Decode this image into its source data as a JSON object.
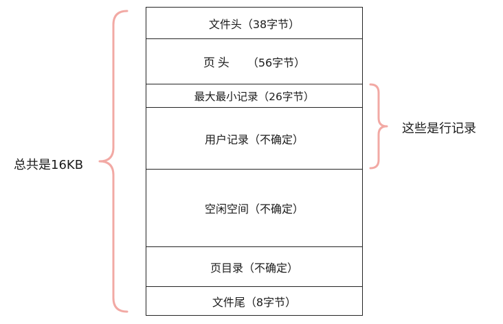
{
  "sections": {
    "file_header": "文件头（38字节）",
    "page_header_name": "页头",
    "page_header_size": "（56字节）",
    "infimum_supremum": "最大最小记录（26字节）",
    "user_records": "用户记录（不确定）",
    "free_space": "空闲空间（不确定）",
    "page_directory": "页目录（不确定）",
    "file_trailer": "文件尾（8字节）"
  },
  "annotations": {
    "total_size": "总共是16KB",
    "row_records": "这些是行记录"
  },
  "colors": {
    "brace": "#f2a9a4",
    "border": "#222222",
    "text": "#1a1a1a"
  }
}
